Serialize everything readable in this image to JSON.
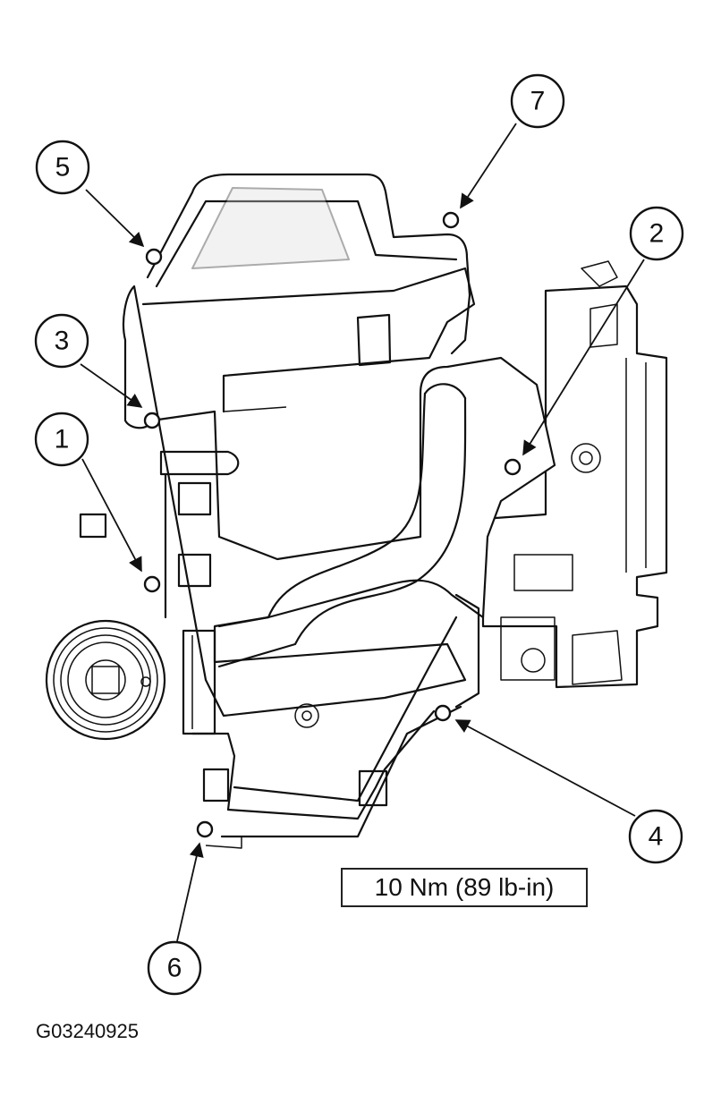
{
  "torque_spec": "10 Nm (89 lb-in)",
  "figure_id": "G03240925",
  "callouts": [
    {
      "number": "1"
    },
    {
      "number": "2"
    },
    {
      "number": "3"
    },
    {
      "number": "4"
    },
    {
      "number": "5"
    },
    {
      "number": "6"
    },
    {
      "number": "7"
    }
  ],
  "bolt_count": 7,
  "colors": {
    "line": "#111111",
    "fill": "#ffffff",
    "shade": "#dcdcdc"
  }
}
